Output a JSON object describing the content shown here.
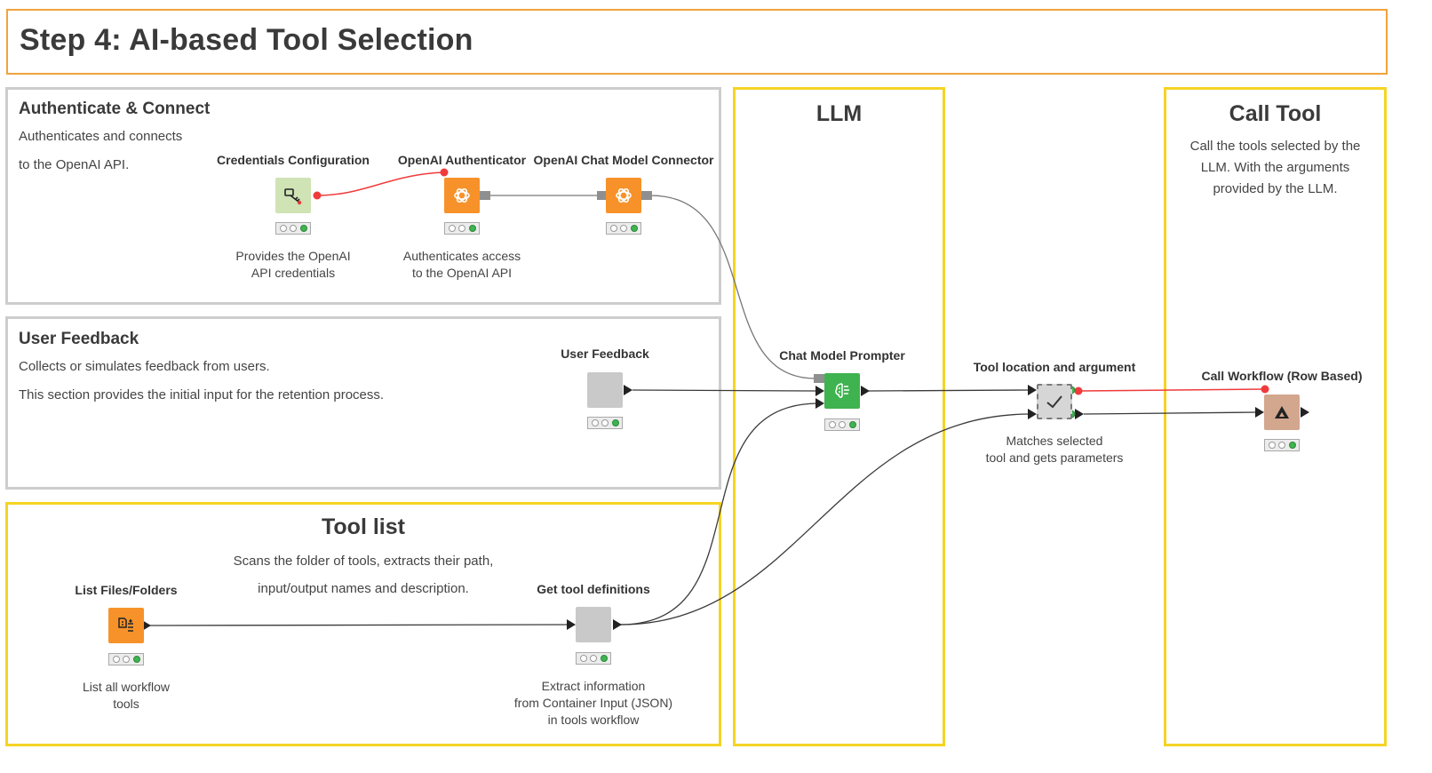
{
  "header": {
    "title": "Step 4: AI-based Tool Selection"
  },
  "sections": {
    "auth": {
      "title": "Authenticate & Connect",
      "desc_line1": "Authenticates and connects",
      "desc_line2": "to the OpenAI API."
    },
    "feedback": {
      "title": "User Feedback",
      "desc_line1": "Collects or simulates feedback from users.",
      "desc_line2": "This section provides the initial input for the retention process."
    },
    "tool_list": {
      "title": "Tool list",
      "desc_line1": "Scans the folder of tools, extracts their path,",
      "desc_line2": "input/output names and description."
    },
    "llm": {
      "title": "LLM"
    },
    "call_tool": {
      "title": "Call Tool",
      "desc_line1": "Call the tools selected by the",
      "desc_line2": "LLM. With the arguments",
      "desc_line3": "provided by the LLM."
    }
  },
  "nodes": {
    "credentials": {
      "title": "Credentials Configuration",
      "desc_line1": "Provides the OpenAI",
      "desc_line2": "API credentials",
      "icon": "key-icon"
    },
    "authenticator": {
      "title": "OpenAI Authenticator",
      "desc_line1": "Authenticates access",
      "desc_line2": "to the OpenAI API",
      "icon": "openai-icon"
    },
    "chat_connector": {
      "title": "OpenAI Chat Model Connector",
      "icon": "openai-icon"
    },
    "user_feedback": {
      "title": "User Feedback"
    },
    "prompter": {
      "title": "Chat Model Prompter",
      "icon": "brain-icon"
    },
    "tool_location": {
      "title": "Tool location and argument",
      "desc_line1": "Matches selected",
      "desc_line2": "tool and gets parameters",
      "icon": "check-icon"
    },
    "call_workflow": {
      "title": "Call Workflow (Row Based)",
      "icon": "triangle-icon"
    },
    "list_files": {
      "title": "List Files/Folders",
      "desc_line1": "List all workflow",
      "desc_line2": "tools",
      "icon": "file-list-icon"
    },
    "tool_defs": {
      "title": "Get tool definitions",
      "desc_line1": "Extract information",
      "desc_line2": "from Container Input (JSON)",
      "desc_line3": "in tools workflow"
    }
  },
  "colors": {
    "header_border": "#f2a23c",
    "gray_border": "#cdcdcd",
    "yellow_border": "#f5d425",
    "node_orange": "#f7922b",
    "node_green": "#3fb34f",
    "node_gray": "#c9c9c9",
    "node_tan": "#d3a68e",
    "node_credentials": "#cfe3b4",
    "flow_var_line": "#ef3b3b",
    "data_line": "#3a3a3a"
  }
}
